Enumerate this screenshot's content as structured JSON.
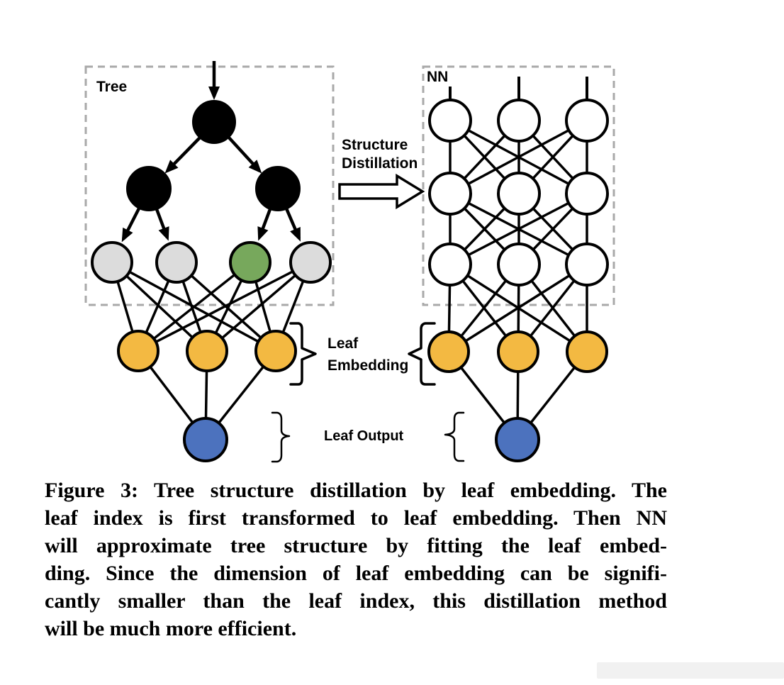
{
  "figure": {
    "tree_panel": {
      "label": "Tree"
    },
    "nn_panel": {
      "label": "NN"
    },
    "distillation_arrow": {
      "label_line1": "Structure",
      "label_line2": "Distillation"
    },
    "leaf_embedding": {
      "label_line1": "Leaf",
      "label_line2": "Embedding"
    },
    "leaf_output": {
      "label": "Leaf Output"
    }
  },
  "colors": {
    "tree_node": "#000000",
    "tree_leaf": "#dcdcdc",
    "tree_leaf_highlight": "#77a85c",
    "nn_node": "#ffffff",
    "leaf_embedding": "#f3b942",
    "leaf_output": "#4c72be",
    "panel_border": "#a9a9a9",
    "edge": "#000000"
  },
  "caption": {
    "lines": [
      "Figure 3: Tree structure distillation by leaf embedding. The",
      "leaf index is first transformed to leaf embedding. Then NN",
      "will approximate tree structure by fitting the leaf embed-",
      "ding. Since the dimension of leaf embedding can be signifi-",
      "cantly smaller than the leaf index, this distillation method",
      "will be much more efficient."
    ]
  }
}
